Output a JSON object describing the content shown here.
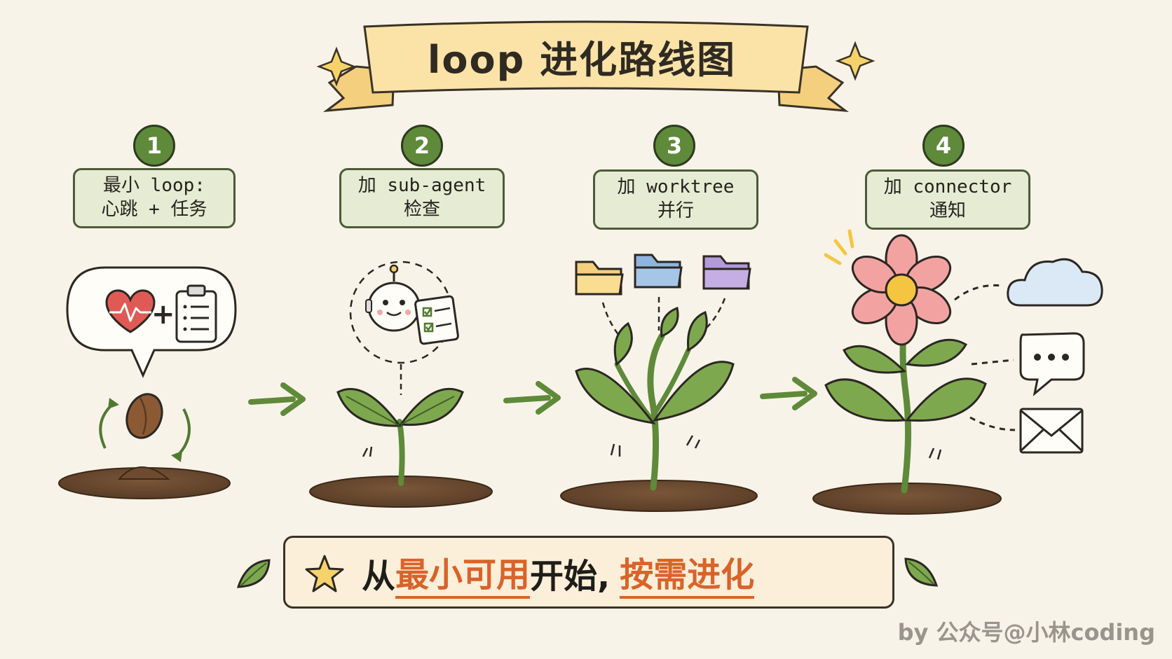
{
  "title": "loop 进化路线图",
  "steps": [
    {
      "number": "1",
      "line1": "最小 loop:",
      "line2": "心跳 + 任务"
    },
    {
      "number": "2",
      "line1": "加 sub-agent",
      "line2": "检查"
    },
    {
      "number": "3",
      "line1": "加 worktree",
      "line2": "并行"
    },
    {
      "number": "4",
      "line1": "加 connector",
      "line2": "通知"
    }
  ],
  "icons": {
    "step1": [
      "heart-icon",
      "clipboard-icon",
      "seed-icon",
      "cycle-arrows-icon"
    ],
    "step2": [
      "robot-icon",
      "checklist-icon",
      "sprout-icon"
    ],
    "step3": [
      "folder-icon",
      "folder-icon",
      "folder-icon",
      "plant-icon"
    ],
    "step4": [
      "flower-icon",
      "cloud-icon",
      "chat-bubble-icon",
      "mail-icon"
    ]
  },
  "slogan": {
    "part1": "从",
    "part2": "最小可用",
    "part3": "开始,",
    "part4": "按需进化"
  },
  "credit": "by 公众号@小林coding",
  "colors": {
    "background": "#f8f3e8",
    "step_green": "#5e8a3a",
    "box_fill": "#e6ecd3",
    "highlight": "#d9632a",
    "banner": "#fbe3a8"
  }
}
